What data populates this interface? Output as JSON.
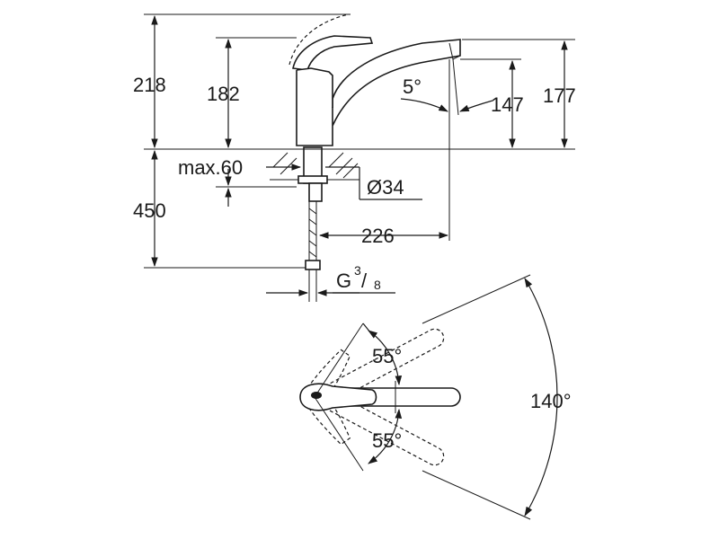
{
  "dimensions": {
    "total_height": "218",
    "body_height": "182",
    "spout_height": "177",
    "outlet_height": "147",
    "spout_angle": "5°",
    "max_deck": "max.60",
    "hole_diameter": "Ø34",
    "hose_length": "450",
    "reach": "226",
    "connection_main": "G",
    "connection_num": "3",
    "connection_den": "8",
    "lever_angle_top": "55°",
    "lever_angle_bottom": "55°",
    "swivel_angle": "140°"
  }
}
